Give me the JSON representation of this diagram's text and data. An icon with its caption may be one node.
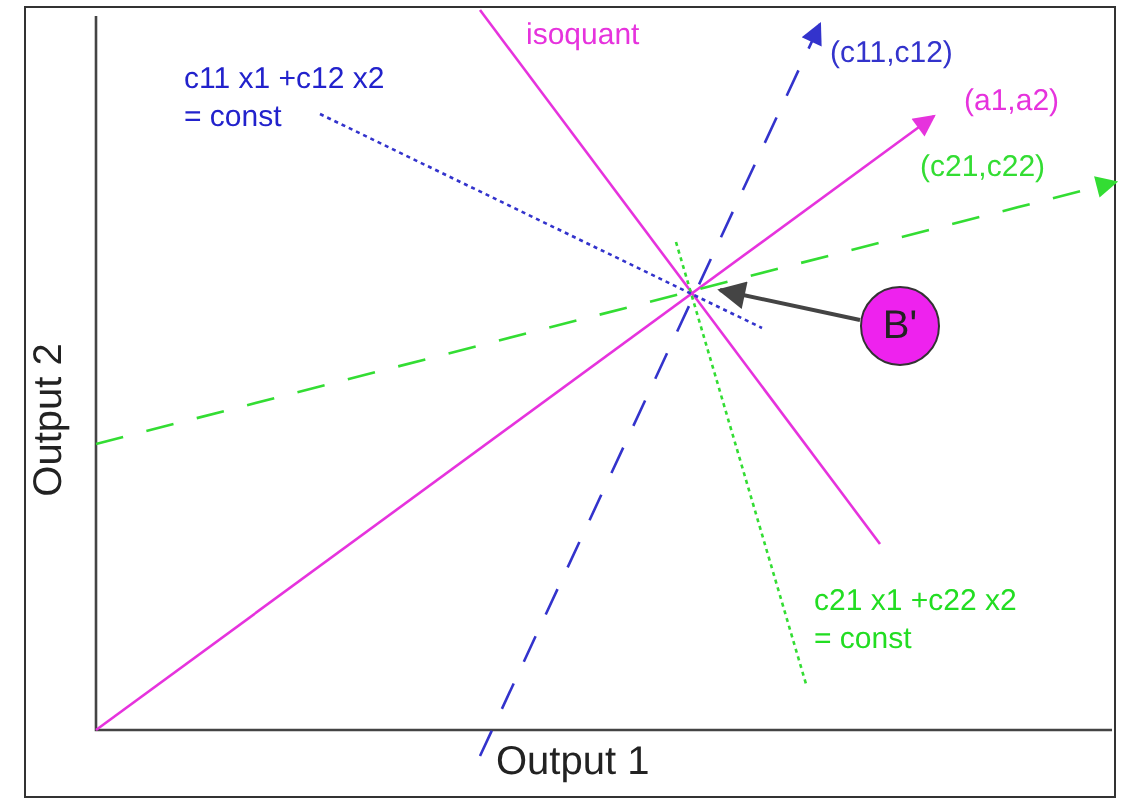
{
  "diagram": {
    "nodes": [
      {
        "text": [
          "(c11,c12)"
        ]
      },
      {
        "text": [
          "(a1,a2)"
        ]
      },
      {
        "text": [
          "(c21,c22)"
        ]
      },
      {
        "text": [
          "c11 x1 +c12 x2 = const"
        ]
      },
      {
        "text": [
          "B'"
        ]
      }
    ],
    "edges": [
      {
        "from": null,
        "to": 0,
        "arrow": "to",
        "style": "dashed",
        "color": "#3333cc"
      },
      {
        "from": null,
        "to": 1,
        "arrow": "to",
        "color": "#e633dd"
      },
      {
        "from": null,
        "to": 2,
        "arrow": "to",
        "style": "dashed",
        "color": "#33dd33"
      },
      {
        "from": 4,
        "to": null,
        "arrow": "to",
        "color": "#444444"
      },
      {
        "from": 3,
        "to": null,
        "arrow": "none",
        "style": "dashed",
        "color": "#3333cc"
      }
    ],
    "labels": [
      "isoquant",
      "c21 x1 +c22 x2 = const",
      "Output 2",
      "Output 1"
    ]
  }
}
